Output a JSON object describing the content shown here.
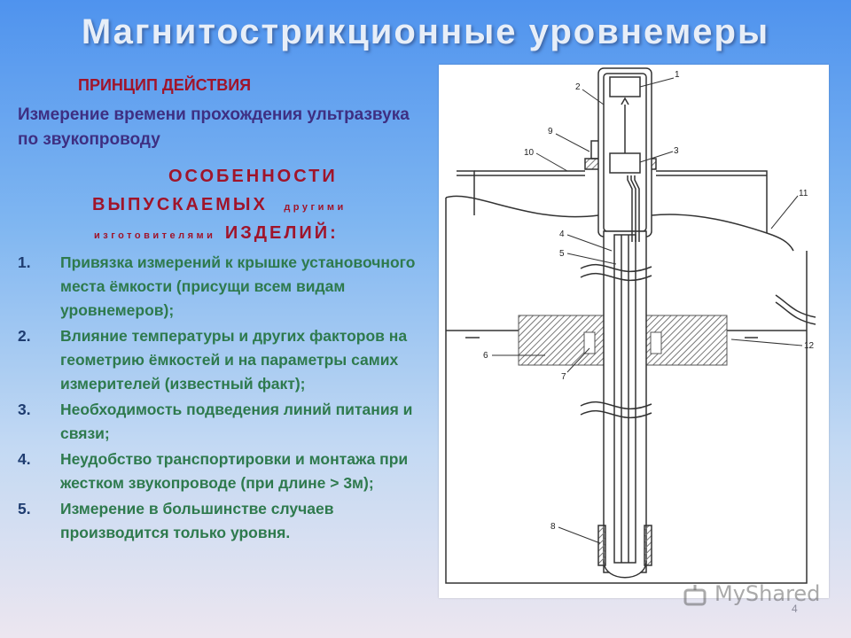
{
  "slide": {
    "title": "Магнитострикционные уровнемеры",
    "principle_heading": "ПРИНЦИП ДЕЙСТВИЯ",
    "principle_text": "Измерение времени прохождения ультразвука по звукопроводу",
    "features_line1": "ОСОБЕННОСТИ",
    "features_line2_big": "ВЫПУСКАЕМЫХ",
    "features_line2_small": "другими",
    "features_line3_small": "изготовителями",
    "features_line3_big": "ИЗДЕЛИЙ:",
    "items": [
      {
        "num": "1.",
        "text": "Привязка измерений к крышке установочного места ёмкости (присущи всем видам уровнемеров);"
      },
      {
        "num": "2.",
        "text": "Влияние температуры и других факторов на геометрию ёмкостей и на параметры самих измерителей (известный факт);"
      },
      {
        "num": "3.",
        "text": "Необходимость подведения линий питания и связи;"
      },
      {
        "num": "4.",
        "text": "Неудобство транспортировки и монтажа при жестком звукопроводе (при длине > 3м);"
      },
      {
        "num": "5.",
        "text": "Измерение в большинстве случаев производится только уровня."
      }
    ],
    "watermark": "MyShared",
    "page_number": "4"
  },
  "diagram": {
    "labels": [
      "1",
      "2",
      "3",
      "4",
      "5",
      "6",
      "7",
      "8",
      "9",
      "10",
      "11",
      "12"
    ]
  },
  "colors": {
    "heading_red": "#a0142a",
    "principle_purple": "#3e2f82",
    "item_green": "#2e7a4d",
    "number_navy": "#1e3c70"
  }
}
